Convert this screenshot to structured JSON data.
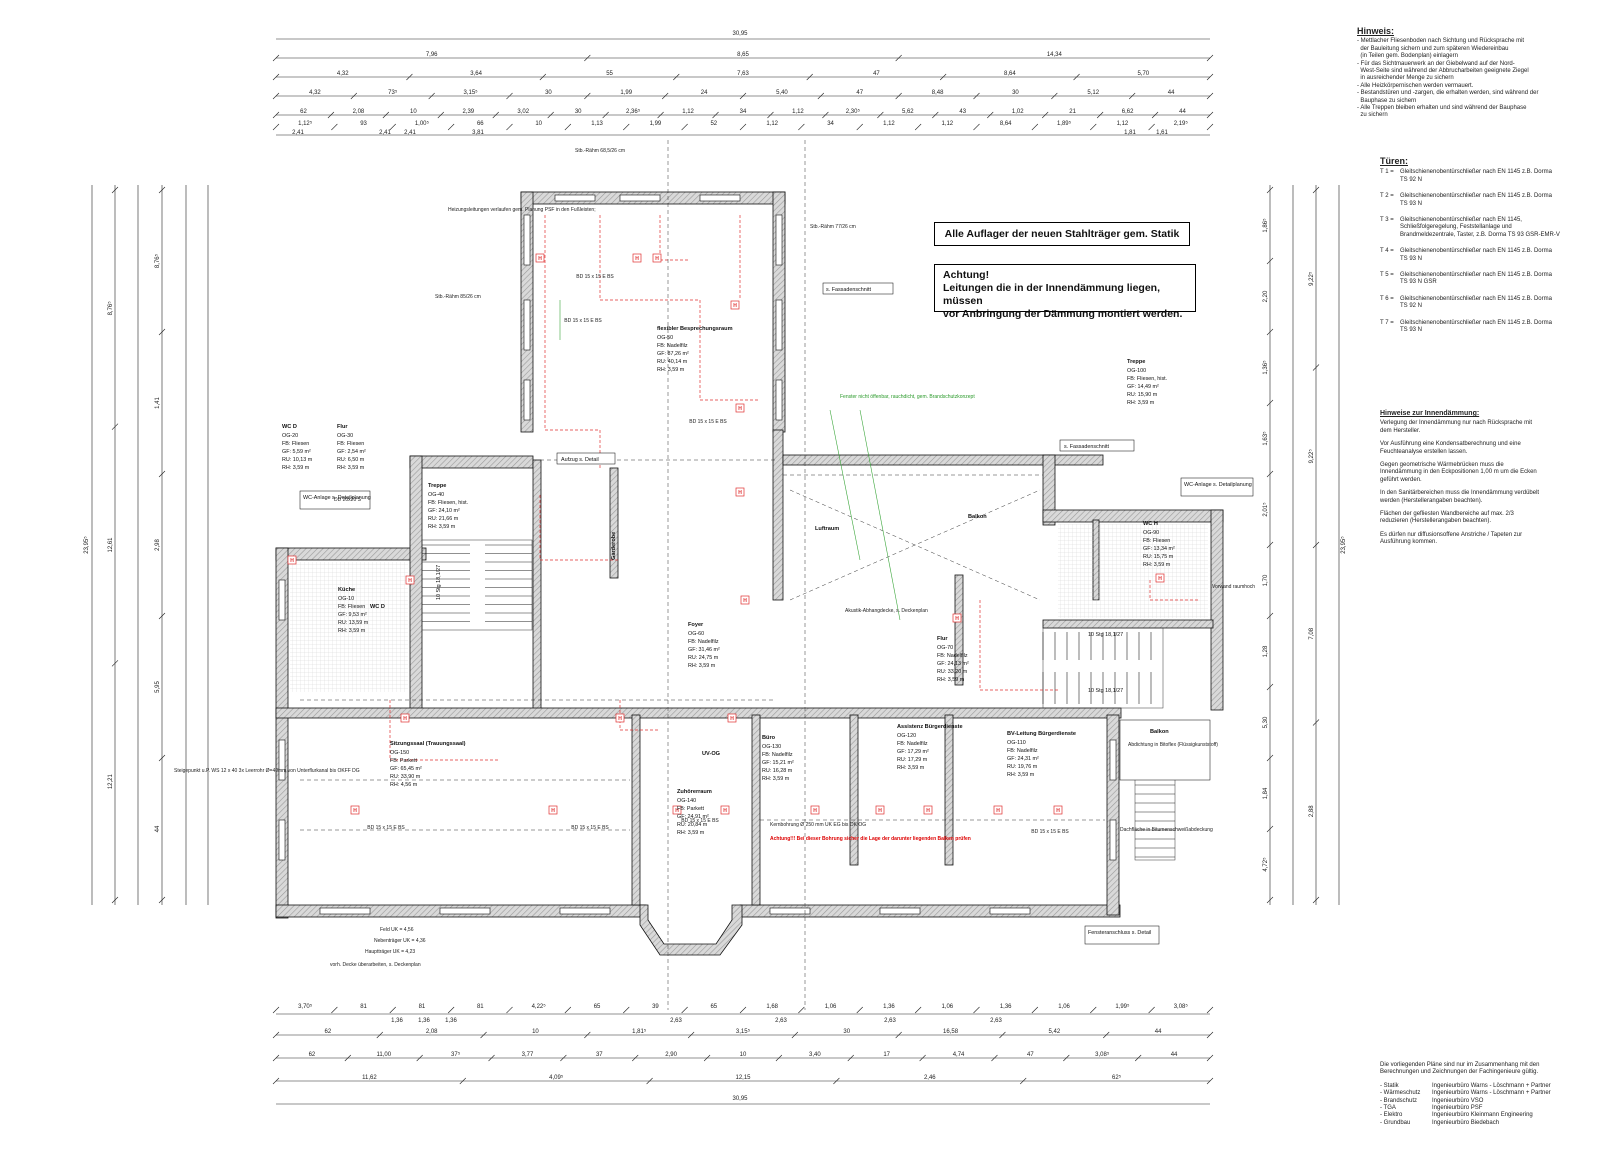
{
  "notes": {
    "hinweis_title": "Hinweis:",
    "hinweis_lines": [
      "- Mettlacher Fliesenboden nach Sichtung und Rücksprache mit",
      "  der Bauleitung sichern und zum späteren Wiedereinbau",
      "  (in Teilen gem. Bodenplan) einlagern",
      "- Für das Sichtmauerwerk an der Giebelwand auf der Nord-",
      "  West-Seite sind während der Abbrucharbeiten geeignete Ziegel",
      "  in ausreichender Menge zu sichern",
      "- Alle Heizkörpernischen werden vermauert.",
      "- Bestandstüren und -zargen, die erhalten werden, sind während der",
      "  Bauphase zu sichern",
      "- Alle Treppen bleiben erhalten und sind während der Bauphase",
      "  zu sichern"
    ],
    "tueren_title": "Türen:",
    "doors": [
      {
        "key": "T 1 =",
        "text": "Gleitschienenobentürschließer nach EN 1145 z.B. Dorma TS 92 N"
      },
      {
        "key": "T 2 =",
        "text": "Gleitschienenobentürschließer nach EN 1145 z.B. Dorma TS 93 N"
      },
      {
        "key": "T 3 =",
        "text": "Gleitschienenobentürschließer nach EN 1145, Schließfolgeregelung, Feststellanlage und Brandmeldezentrale, Taster, z.B. Dorma TS 93 GSR-EMR-V"
      },
      {
        "key": "T 4 =",
        "text": "Gleitschienenobentürschließer nach EN 1145 z.B. Dorma TS 93 N"
      },
      {
        "key": "T 5 =",
        "text": "Gleitschienenobentürschließer nach EN 1145 z.B. Dorma TS 93 N GSR"
      },
      {
        "key": "T 6 =",
        "text": "Gleitschienenobentürschließer nach EN 1145 z.B. Dorma TS 92 N"
      },
      {
        "key": "T 7 =",
        "text": "Gleitschienenobentürschließer nach EN 1145 z.B. Dorma TS 93 N"
      }
    ],
    "daemmung_title": "Hinweise zur Innendämmung:",
    "daemmung_paras": [
      "Verlegung der Innendämmung nur nach Rücksprache mit dem Hersteller.",
      "Vor Ausführung eine Kondensatberechnung und eine Feuchteanalyse erstellen lassen.",
      "Gegen geometrische Wärmebrücken muss die Innendämmung in den Eckpositionen 1,00 m um die Ecken geführt werden.",
      "In den Sanitärbereichen muss die Innendämmung verdübelt werden (Herstellerangaben beachten).",
      "Flächen der gefliesten Wandbereiche auf max. 2/3 reduzieren (Herstellerangaben beachten).",
      "Es dürfen nur diffusionsoffene Anstriche / Tapeten zur Ausführung kommen."
    ],
    "footer_intro": "Die vorliegenden Pläne sind nur im Zusammenhang mit den Berechnungen und Zeichnungen der Fachingenieure gültig.",
    "credits": [
      {
        "k": "- Statik",
        "v": "Ingenieurbüro Warns - Löschmann + Partner"
      },
      {
        "k": "- Wärmeschutz",
        "v": "Ingenieurbüro Warns - Löschmann + Partner"
      },
      {
        "k": "- Brandschutz",
        "v": "Ingenieurbüro VSO"
      },
      {
        "k": "- TGA",
        "v": "Ingenieurbüro PSF"
      },
      {
        "k": "- Elektro",
        "v": "Ingenieurbüro Kleinmann Engineering"
      },
      {
        "k": "- Grundbau",
        "v": "Ingenieurbüro Biedebach"
      }
    ]
  },
  "callouts": {
    "auflager": "Alle Auflager der neuen Stahlträger gem. Statik",
    "achtung_title": "Achtung!",
    "achtung_line1": "Leitungen die in der Innendämmung liegen, müssen",
    "achtung_line2": "vor Anbringung der Dämmung montiert werden."
  },
  "dims": {
    "top_total": "30,95",
    "top_row1": [
      "7,96",
      "8,65",
      "14,34"
    ],
    "top_row2": [
      "4,32",
      "3,64",
      "55",
      "7,63",
      "47",
      "8,64",
      "5,70"
    ],
    "top_row3": [
      "4,32",
      "73⁵",
      "3,15⁵",
      "30",
      "1,99",
      "24",
      "5,40",
      "47",
      "8,48",
      "30",
      "5,12",
      "44"
    ],
    "top_row4": [
      "62",
      "2,08",
      "10",
      "2,39",
      "3,02",
      "30",
      "2,36⁵",
      "1,12",
      "34",
      "1,12",
      "2,30⁵",
      "5,62",
      "43",
      "1,02",
      "21",
      "6,62",
      "44"
    ],
    "top_row5": [
      "1,12⁵",
      "93",
      "1,00⁵",
      "66",
      "10",
      "1,13",
      "1,99",
      "52",
      "1,12",
      "34",
      "1,12",
      "1,12",
      "8,64",
      "1,89⁵",
      "1,12",
      "2,19⁵"
    ],
    "top_row5b": [
      "2,41",
      "2,41",
      "2,41",
      "3,81",
      "1,81",
      "1,61"
    ],
    "bottom_row1": [
      "3,70⁵",
      "81",
      "81",
      "81",
      "4,22⁵",
      "65",
      "39",
      "65",
      "1,68",
      "1,06",
      "1,36",
      "1,06",
      "1,36",
      "1,06",
      "1,99⁵",
      "3,08⁵"
    ],
    "bottom_row1b": [
      "1,36",
      "1,36",
      "1,36",
      "2,63",
      "2,63",
      "2,63",
      "2,63"
    ],
    "bottom_row2": [
      "62",
      "2,08",
      "10",
      "1,81⁵",
      "3,15⁵",
      "30",
      "16,58",
      "5,42",
      "44"
    ],
    "bottom_row3": [
      "62",
      "11,00",
      "37⁵",
      "3,77",
      "37",
      "2,90",
      "10",
      "3,40",
      "17",
      "4,74",
      "47",
      "3,08⁵",
      "44"
    ],
    "bottom_row4": [
      "11,62",
      "4,09⁵",
      "12,15",
      "2,46",
      "62⁵"
    ],
    "bottom_total": "30,95",
    "left_total": "23,95⁵",
    "left_a": [
      "8,76⁵",
      "12,61",
      "12,21"
    ],
    "left_b": [
      "8,76⁵",
      "1,41",
      "2,98",
      "5,95",
      "44"
    ],
    "right_total": "23,95⁵",
    "right_a": [
      "9,22⁵",
      "9,22⁵",
      "7,08",
      "2,88"
    ],
    "right_b": [
      "1,86⁵",
      "2,20",
      "1,36⁵",
      "1,63⁵",
      "2,01⁵",
      "1,70",
      "1,28",
      "5,30",
      "1,84",
      "4,72⁵"
    ]
  },
  "rooms": [
    {
      "name": "WC D",
      "lines": [
        "OG-20",
        "FB:  Fliesen",
        "GF:  5,59 m²",
        "RU:  10,13 m",
        "RH:  3,59 m"
      ]
    },
    {
      "name": "Flur",
      "lines": [
        "OG-30",
        "FB:  Fliesen",
        "GF:  2,54 m²",
        "RU:  6,50 m",
        "RH:  3,59 m"
      ]
    },
    {
      "name": "Treppe",
      "lines": [
        "OG-40",
        "FB: Fliesen, hist.",
        "GF:  24,10 m²",
        "RU:  21,66 m",
        "RH:  3,59 m"
      ]
    },
    {
      "name": "Küche",
      "lines": [
        "OG-10",
        "FB:  Fliesen",
        "GF:  9,53 m²",
        "RU:  13,59 m",
        "RH:  3,59 m"
      ]
    },
    {
      "name": "Treppe",
      "lines": [
        "OG-100",
        "FB: Fliesen, hist.",
        "GF:  14,49 m²",
        "RU:  15,90 m",
        "RH:  3,59 m"
      ]
    },
    {
      "name": "flexibler Besprechungsraum",
      "lines": [
        "OG-50",
        "FB:  Nadelfilz",
        "GF:  87,26 m²",
        "RU:  40,14 m",
        "RH:  3,59 m"
      ]
    },
    {
      "name": "Foyer",
      "lines": [
        "OG-60",
        "FB:  Nadelfilz",
        "GF:  31,46 m²",
        "RU:  24,75 m",
        "RH:  3,59 m"
      ]
    },
    {
      "name": "Flur",
      "lines": [
        "OG-70",
        "FB:  Nadelfilz",
        "GF:  24,13 m²",
        "RU:  33,20 m",
        "RH:  3,59 m"
      ]
    },
    {
      "name": "WC H",
      "lines": [
        "OG-90",
        "FB:  Fliesen",
        "GF:  13,34 m²",
        "RU:  15,75 m",
        "RH:  3,59 m"
      ]
    },
    {
      "name": "Sitzungssaal (Trauungssaal)",
      "lines": [
        "OG-150",
        "FB:  Parkett",
        "GF:  65,45 m²",
        "RU:  33,90 m",
        "RH:  4,56 m"
      ]
    },
    {
      "name": "Zuhörerraum",
      "lines": [
        "OG-140",
        "FB:  Parkett",
        "GF:  24,91 m²",
        "RU:  20,84 m",
        "RH:  3,59 m"
      ]
    },
    {
      "name": "Büro",
      "lines": [
        "OG-130",
        "FB:  Nadelfilz",
        "GF:  15,21 m²",
        "RU:  16,28 m",
        "RH:  3,59 m"
      ]
    },
    {
      "name": "Assistenz Bürgerdienste",
      "lines": [
        "OG-120",
        "FB:  Nadelfilz",
        "GF:  17,29 m²",
        "RU:  17,29 m",
        "RH:  3,59 m"
      ]
    },
    {
      "name": "BV-Leitung Bürgerdienste",
      "lines": [
        "OG-110",
        "FB:  Nadelfilz",
        "GF:  24,31 m²",
        "RU:  19,76 m",
        "RH:  3,59 m"
      ]
    }
  ],
  "labels": {
    "luftraum": "Luftraum",
    "balkon_upper": "Balkon",
    "balkon_lower": "Balkon",
    "balkon_lower_note": "Abdichtung in Bitoflex (Flüssigkunststoff)",
    "uv_og": "UV-OG",
    "aufzug": "Aufzug s. Detail",
    "garderobe": "Garderobe",
    "fassadenschnitt1": "s. Fassadenschnitt",
    "fassadenschnitt2": "s. Fassadenschnitt",
    "wc_anlage_left": "WC-Anlage s. Detailplanung",
    "wc_anlage_right": "WC-Anlage s. Detailplanung",
    "fensteranschluss": "Fensteranschluss s. Detail",
    "stair_left": "10 Stg 18,1/27",
    "stair_right1": "10 Stg 18,1/27",
    "stair_right2": "10 Stg 18,1/27",
    "bd_labels": [
      "BD 15 x 15 E BS",
      "BD 15 x 15 E BS",
      "BD 15 x 15 E BS",
      "BD 15 x 15 E BS",
      "BD 15 x 15 E BS",
      "BD 15 x 15 E BS",
      "BD 15 x 15 E BS"
    ],
    "stuerz": "Stb.-Rähm 68,5/26 cm",
    "rahm_right": "Stb.-Rähm 77/26 cm",
    "rahm_left": "Stb.-Rähm 85/26 cm",
    "heizung_note": "Heizungsleitungen verlaufen gem. Planung PSF in den Fußleisten;",
    "kernbohrung": "Kernbohrung Ø 250 mm UK EG bis OK OG",
    "achtung_red": "Achtung!!! Bei dieser Bohrung sicher die Lage der darunter liegenden Balken prüfen",
    "feld_uk": "Feld UK = 4,56",
    "nebentraeger": "Nebenträger UK = 4,36",
    "haupttraeger": "Hauptträger UK = 4,23",
    "decke_note": "vorh. Decke überarbeiten, s. Deckenplan",
    "steigepunkt": "Steigepunkt u.P. WS 12 x 40 3x Leerrohr Ø=40mm von Unterflurkanal bis OKFF DG",
    "fenster_note": "Fenster nicht öffenbar, rauchdicht, gem. Brandschutzkonzept",
    "dachflaeche": "Dachfläche in Bitumenschweißabdeckung",
    "akustik": "Akustik-Abhangdecke, s. Deckenplan",
    "wc_d": "WC D",
    "dd_size": "DD 20x20 S",
    "vorwand": "Vorwand raumhoch"
  }
}
